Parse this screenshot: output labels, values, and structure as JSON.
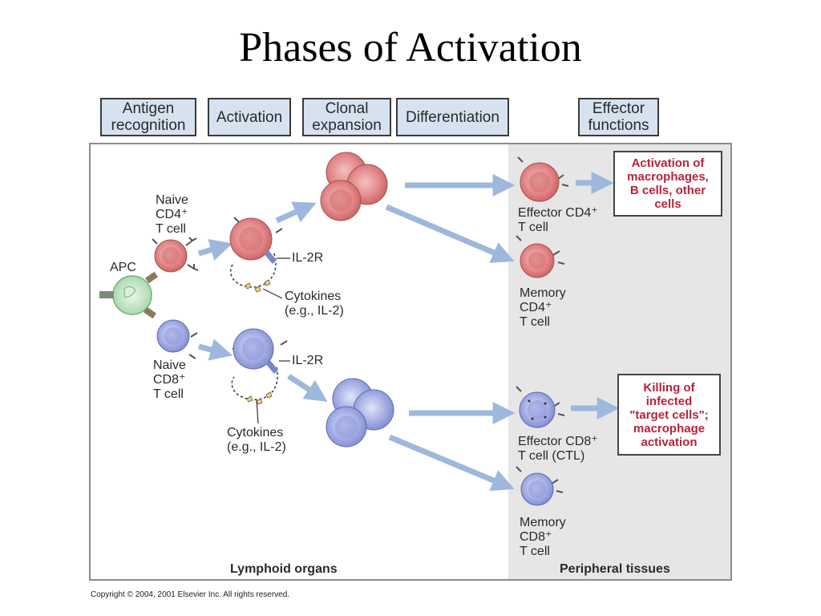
{
  "title": "Phases of Activation",
  "phases": [
    "Antigen\nrecognition",
    "Activation",
    "Clonal\nexpansion",
    "Differentiation",
    "Effector\nfunctions"
  ],
  "labels": {
    "apc": "APC",
    "naive_cd4": "Naive\nCD4⁺\nT cell",
    "naive_cd8": "Naive\nCD8⁺\nT cell",
    "il2r_top": "IL-2R",
    "il2r_bottom": "IL-2R",
    "cytokines_top": "Cytokines\n(e.g., IL-2)",
    "cytokines_bottom": "Cytokines\n(e.g., IL-2)",
    "effector_cd4": "Effector CD4⁺\nT cell",
    "memory_cd4": "Memory\nCD4⁺\nT cell",
    "effector_cd8": "Effector CD8⁺\nT cell (CTL)",
    "memory_cd8": "Memory\nCD8⁺\nT cell"
  },
  "function_boxes": {
    "cd4": "Activation of\nmacrophages,\nB cells, other\ncells",
    "cd8": "Killing of\ninfected\n\"target cells\";\nmacrophage\nactivation"
  },
  "regions": {
    "left": "Lymphoid organs",
    "right": "Peripheral tissues"
  },
  "copyright": "Copyright © 2004, 2001 Elsevier Inc. All rights reserved.",
  "colors": {
    "cd4_cell": "#e07f80",
    "cd8_cell": "#9aa6e0",
    "apc_cell": "#bfe6c2",
    "arrow": "#9db8dc",
    "function_text": "#b8233a",
    "phase_box": "#d6e2f0",
    "peripheral_bg": "#e6e6e6"
  }
}
